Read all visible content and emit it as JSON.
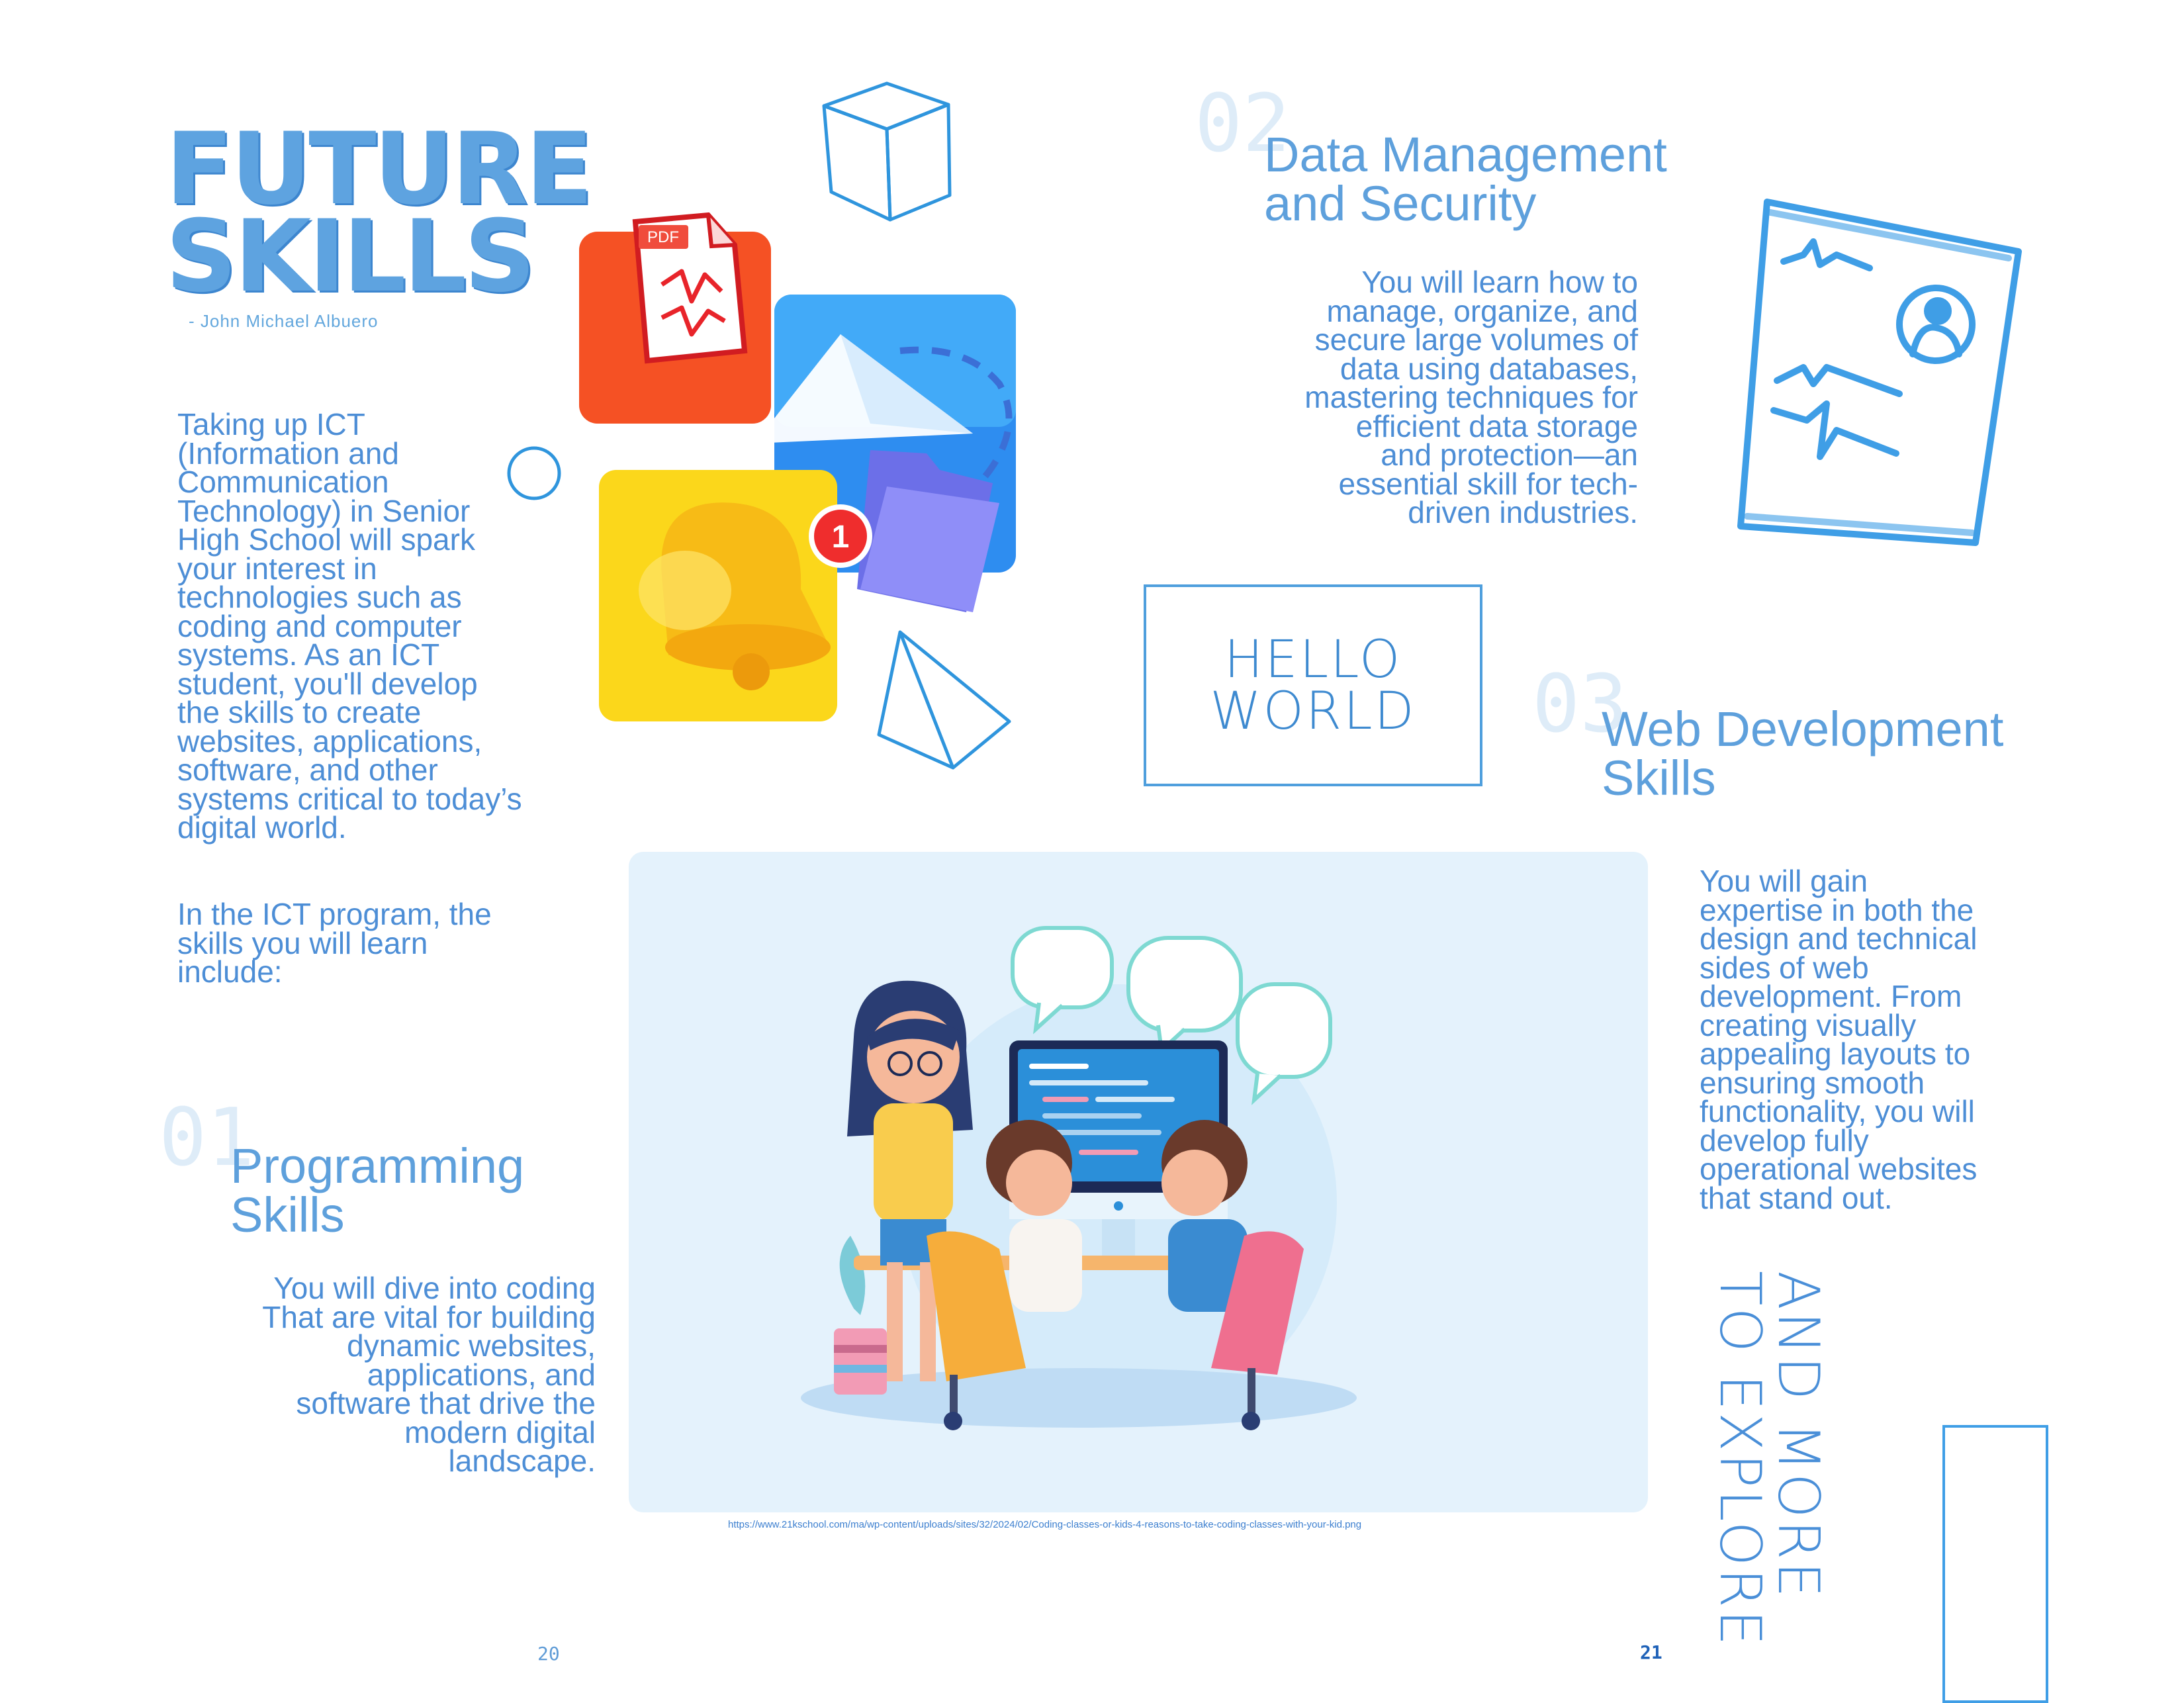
{
  "title": {
    "line1": "FUTURE",
    "line2": "SKILLS"
  },
  "author": "- John Michael Albuero",
  "intro": {
    "lines": [
      "Taking up ICT",
      "(Information and",
      "Communication",
      "Technology) in Senior",
      "High School will spark",
      "your interest in",
      "technologies such as",
      "coding and computer",
      "systems. As an ICT",
      "student, you'll develop",
      "the skills to create",
      "websites, applications,",
      "software, and other",
      "systems critical to today’s",
      "digital world."
    ],
    "lead_lines": [
      "In the ICT program, the",
      "skills you will learn",
      "include:"
    ]
  },
  "skills": [
    {
      "number": "01",
      "heading_lines": [
        "Programming",
        "Skills"
      ],
      "description_lines": [
        "You will dive into coding",
        "That are vital for building",
        "dynamic websites,",
        "applications, and",
        "software that drive the",
        "modern digital",
        "landscape."
      ]
    },
    {
      "number": "02",
      "heading_lines": [
        "Data Management",
        "and Security"
      ],
      "description_lines": [
        "You will learn how to",
        "manage, organize, and",
        "secure large volumes of",
        "data using databases,",
        "mastering techniques for",
        "efficient data storage",
        "and protection—an",
        "essential skill for tech-",
        "driven industries."
      ]
    },
    {
      "number": "03",
      "heading_lines": [
        "Web Development",
        "Skills"
      ],
      "description_lines": [
        "You will gain",
        "expertise in both the",
        "design and technical",
        "sides of web",
        "development. From",
        "creating visually",
        "appealing layouts to",
        "ensuring smooth",
        "functionality, you will",
        "develop fully",
        "operational websites",
        "that stand out."
      ]
    }
  ],
  "hello_box": {
    "line1": "HELLO",
    "line2": "WORLD"
  },
  "more": {
    "line1": "AND MORE",
    "line2": "TO EXPLORE"
  },
  "icons": {
    "pdf_label": "PDF",
    "notification_count": "1"
  },
  "image_caption": "https://www.21kschool.com/ma/wp-content/uploads/sites/32/2024/02/Coding-classes-or-kids-4-reasons-to-take-coding-classes-with-your-kid.png",
  "page_numbers": {
    "left": "20",
    "right": "21"
  },
  "colors": {
    "primary_blue": "#5ea0dc",
    "text_blue": "#4d8ed6",
    "faint_number": "#deecf8",
    "outline_blue": "#2f95dd"
  }
}
